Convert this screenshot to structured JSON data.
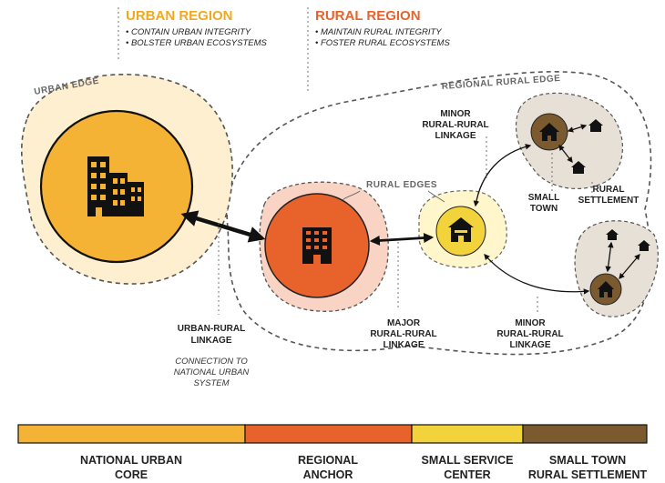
{
  "urban_region": {
    "title": "URBAN REGION",
    "bullets": [
      "• CONTAIN URBAN INTEGRITY",
      "• BOLSTER URBAN ECOSYSTEMS"
    ]
  },
  "rural_region": {
    "title": "RURAL REGION",
    "bullets": [
      "• MAINTAIN RURAL INTEGRITY",
      "• FOSTER RURAL ECOSYSTEMS"
    ]
  },
  "labels": {
    "urban_edge": "URBAN EDGE",
    "regional_rural_edge": "REGIONAL RURAL EDGE",
    "rural_edges": "RURAL EDGES",
    "minor_linkage_top": [
      "MINOR",
      "RURAL-RURAL",
      "LINKAGE"
    ],
    "small_town": [
      "SMALL",
      "TOWN"
    ],
    "rural_settlement": [
      "RURAL",
      "SETTLEMENT"
    ],
    "urban_rural_linkage": [
      "URBAN-RURAL",
      "LINKAGE"
    ],
    "connection_note": [
      "CONNECTION TO",
      "NATIONAL URBAN",
      "SYSTEM"
    ],
    "major_linkage": [
      "MAJOR",
      "RURAL-RURAL",
      "LINKAGE"
    ],
    "minor_linkage_bottom": [
      "MINOR",
      "RURAL-RURAL",
      "LINKAGE"
    ]
  },
  "legend": [
    {
      "line1": "NATIONAL URBAN",
      "line2": "CORE",
      "color": "#F5B335"
    },
    {
      "line1": "REGIONAL",
      "line2": "ANCHOR",
      "color": "#E8632B"
    },
    {
      "line1": "SMALL SERVICE",
      "line2": "CENTER",
      "color": "#F2D33C"
    },
    {
      "line1": "SMALL TOWN",
      "line2": "RURAL SETTLEMENT",
      "color": "#7A5A2E"
    }
  ],
  "colors": {
    "urban_core": "#F5B335",
    "urban_halo": "#FDEFD0",
    "regional_anchor": "#E8632B",
    "anchor_halo": "#F9D3C4",
    "service_center": "#F2D33C",
    "service_halo": "#FFF6CC",
    "small_town": "#7A5A2E",
    "settlement_area": "#E7E0D6",
    "urban_title": "#F2A81D",
    "rural_title": "#E8632B"
  },
  "icons": {
    "urban_core": "office-building-icon",
    "regional_anchor": "apartment-block-icon",
    "service_center": "shop-house-icon",
    "small_town": "house-icon",
    "rural_settlement": "small-house-icon"
  }
}
